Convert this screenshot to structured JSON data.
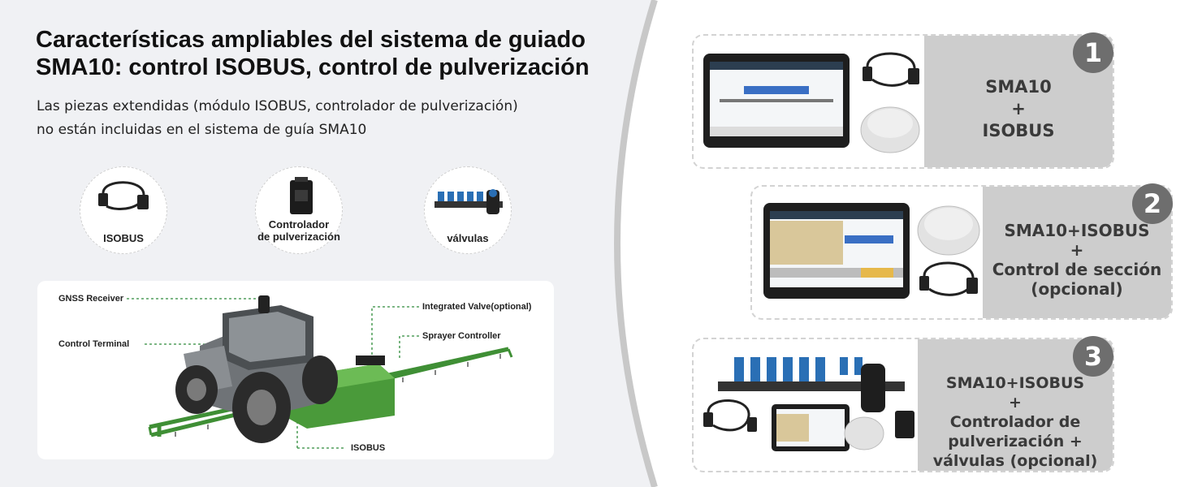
{
  "header": {
    "title_line1": "Características ampliables del sistema de guiado",
    "title_line2": "SMA10: control ISOBUS, control de pulverización",
    "subtitle_line1": "Las piezas extendidas (módulo ISOBUS, controlador de pulverización)",
    "subtitle_line2": "no están incluidas en el sistema de guía SMA10"
  },
  "parts": [
    {
      "line1": "ISOBUS",
      "line2": ""
    },
    {
      "line1": "Controlador",
      "line2": "de pulverización"
    },
    {
      "line1": "válvulas",
      "line2": ""
    }
  ],
  "diagram": {
    "labels": {
      "gnss": "GNSS Receiver",
      "terminal": "Control Terminal",
      "valve": "Integrated Valve(optional)",
      "sprayer": "Sprayer Controller",
      "isobus": "ISOBUS"
    },
    "colors": {
      "tank": "#4a9a3a",
      "tractor": "#5a5d60",
      "connector": "#2e8b3a"
    }
  },
  "options": [
    {
      "number": "1",
      "lines": [
        "SMA10",
        "+",
        "ISOBUS"
      ]
    },
    {
      "number": "2",
      "lines": [
        "SMA10+ISOBUS",
        "+",
        "Control de sección",
        "(opcional)"
      ]
    },
    {
      "number": "3",
      "lines": [
        "SMA10+ISOBUS",
        "+",
        "Controlador de",
        "pulverización +",
        "válvulas (opcional)"
      ]
    }
  ],
  "colors": {
    "panel": "#cdcdcd",
    "badge": "#6e6e6e",
    "background_left": "#f0f1f4"
  }
}
